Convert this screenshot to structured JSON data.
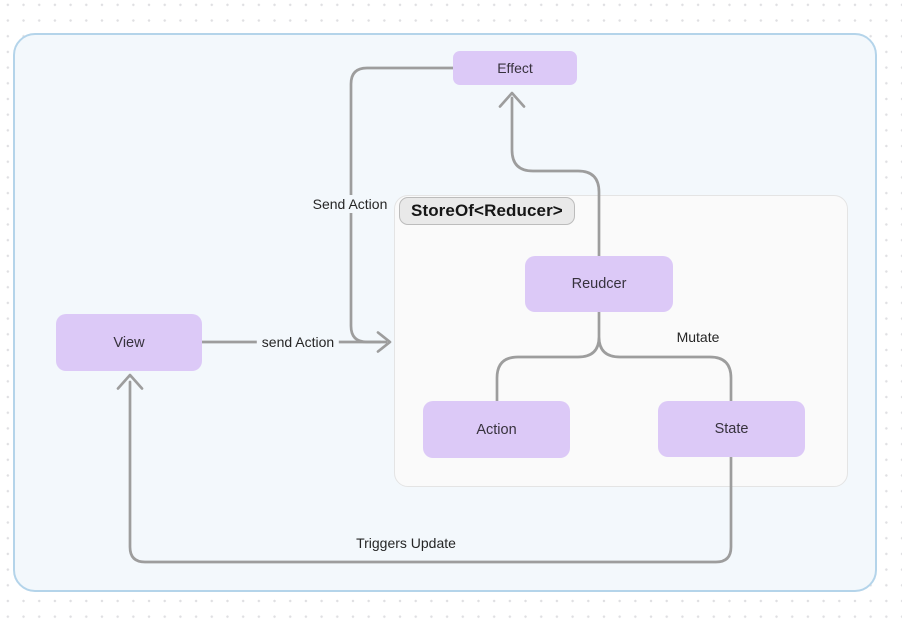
{
  "diagram": {
    "container_label": "StoreOf<Reducer>",
    "nodes": {
      "view": "View",
      "effect": "Effect",
      "reducer": "Reudcer",
      "action": "Action",
      "state": "State"
    },
    "edge_labels": {
      "effect_send_action": "Send Action",
      "view_send_action": "send Action",
      "mutate": "Mutate",
      "triggers_update": "Triggers Update"
    },
    "colors": {
      "node_fill": "#dcc9f7",
      "edge": "#9d9d9d",
      "canvas_fill": "#f3f8fc",
      "canvas_border": "#b4d4ea",
      "store_fill": "#fafafa",
      "store_border": "#e4e4e4",
      "pill_fill": "#e9e9e9",
      "pill_border": "#bcbcbc"
    }
  }
}
